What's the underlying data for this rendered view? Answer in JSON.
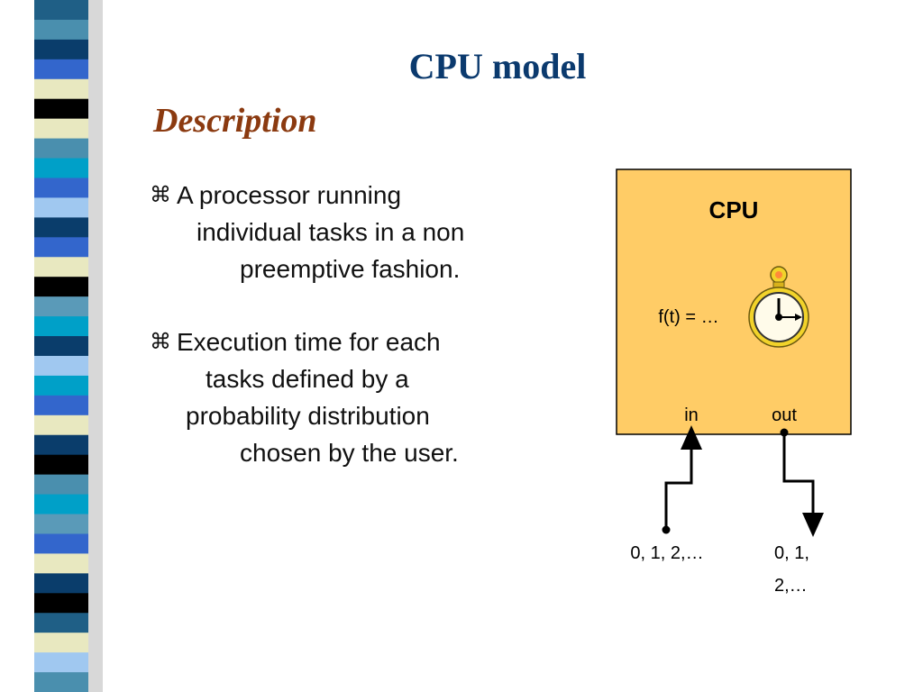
{
  "slide": {
    "title": "CPU model",
    "subtitle": "Description",
    "bullet_mark": "⌘",
    "bullets": [
      {
        "lines": [
          "A processor running",
          "individual tasks in a non",
          "preemptive fashion."
        ]
      },
      {
        "lines": [
          "Execution time for each",
          "tasks defined by a",
          "probability distribution",
          "chosen by the user."
        ]
      }
    ]
  },
  "diagram": {
    "box_title": "CPU",
    "formula": "f(t) = …",
    "port_in": "in",
    "port_out": "out",
    "input_label": "0, 1, 2,…",
    "output_label_line1": "0, 1,",
    "output_label_line2": "2,…",
    "icon": "stopwatch-icon",
    "colors": {
      "box_fill": "#ffcc66",
      "stopwatch_gold": "#f2d32a",
      "title": "#0b3a6e",
      "subtitle": "#8b3a10"
    }
  }
}
